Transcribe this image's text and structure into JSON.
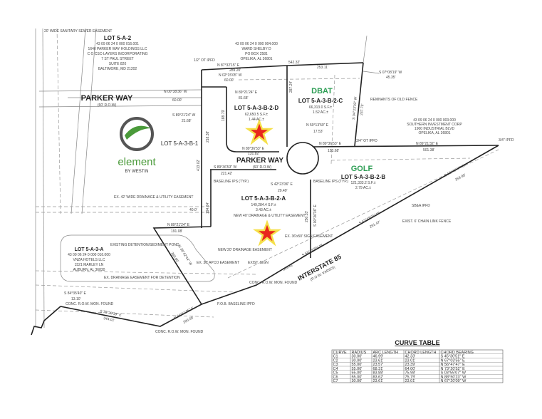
{
  "map": {
    "lots": {
      "lot_5a2": {
        "name": "LOT 5-A-2",
        "lines": [
          "43 09 06 24 0 000 016.001",
          "1640 PARKER WAY HOLDINGS LLC",
          "C O CSC-LAYERS INCORPORATING",
          "7 ST PAUL STREET",
          "SUITE 820",
          "BALTIMORE, MD 21202"
        ]
      },
      "ward": {
        "lines": [
          "43 09 06 24 0 000 004.000",
          "WARD SHELBY D",
          "PO BOX 2581",
          "OPELIKA, AL 36801"
        ]
      },
      "southern": {
        "lines": [
          "43 09 06 24 0 000 003.000",
          "SOUTHERN INVESTMENT CORP",
          "1900 INDUSTRIAL BLVD",
          "OPELIKA, AL 36801"
        ]
      },
      "lot_5a3b1": {
        "name": "LOT 5-A-3-B-1"
      },
      "lot_2d": {
        "name": "LOT 5-A-3-B-2-D",
        "sf": "62,650.5 S.F.±",
        "ac": "1.44 AC.±"
      },
      "lot_2c": {
        "tag": "DBAT",
        "name": "LOT 5-A-3-B-2-C",
        "sf": "66,313.0 S.F.±",
        "ac": "1.52 AC.±"
      },
      "lot_2b": {
        "tag": "GOLF",
        "name": "LOT 5-A-3-B-2-B",
        "sf": "121,333.2 S.F.±",
        "ac": "2.79 AC.±"
      },
      "lot_2a": {
        "name": "LOT 5-A-3-B-2-A",
        "sf": "149,284.4 S.F.±",
        "ac": "3.43 AC.±"
      },
      "lot_5a3a": {
        "name": "LOT 5-A-3-A",
        "lines": [
          "43 09 06 24 0 000 016.000",
          "VNZA HOTELS LLC",
          "1521 MARLEY LN",
          "AUBURN, AL 36830"
        ]
      }
    },
    "roads": {
      "parker_w": {
        "name": "PARKER WAY",
        "row": "(60' R.O.W)"
      },
      "parker_e": {
        "name": "PARKER WAY",
        "row": "(60' R.O.W)"
      },
      "interstate": {
        "name": "INTERSTATE 85",
        "row": "(R.O.W. VARIES)"
      }
    },
    "logo": {
      "brand": "element",
      "sub": "BY WESTIN",
      "color": "#4a9a3a"
    },
    "star_color": "#e8261c",
    "notes": {
      "sewer": "20' WIDE SANITARY SEWER EASEMENT",
      "n1": "1/2\" OT IPFD",
      "n2": "N 87°32'15\" E",
      "n3": "542.32'",
      "n4": "289.20'",
      "n5": "253.11'",
      "n6": "N 02°15'05\" W",
      "n7": "60.00'",
      "n8": "N 00°38'36\" W",
      "n9": "60.00'",
      "n10": "N 89°21'24\" E",
      "n11": "81.68'",
      "n12": "S 89°21'24\" W",
      "n13": "21.68'",
      "n14": "S 07°08'19\" W",
      "n15": "45.35'",
      "n16": "REMNANTS OF OLD FENCE",
      "n17": "S 04°23'03\" W",
      "n18": "237.75'",
      "n19": "N 50°13'50\" E",
      "n20": "17.53'",
      "n21": "N 89°36'53\" E",
      "n22": "153.68'",
      "n23": "3/4\" OT IPFD",
      "n24": "N 89°21'32\" E",
      "n25": "501.38'",
      "n26": "3/4\" IPFD",
      "n27": "N 89°36'53\" E",
      "n28": "131.82'",
      "n29": "S 89°36'53\" W",
      "n30": "221.42'",
      "n31": "S 42°23'36\" E",
      "n32": "29.49'",
      "n33": "BASELINE IPS (TYP.)",
      "n34": "EX. 42' WIDE DRAINAGE & UTILITY EASEMENT",
      "n35": "NEW 40' DRAINAGE & UTILITY EASEMENT",
      "n36": "N 89°21'24\" E",
      "n37": "191.08'",
      "n38": "NEW 20' DRAINAGE EASEMENT",
      "n39": "EX. 36'x50' SIGN EASEMENT",
      "n40": "EXIST. SIGN",
      "n41": "EX. 30' APCO EASEMENT",
      "n42": "EXISTING DETENTION/SEDIMENT POND",
      "n43": "EX. DRAINAGE EASEMENT FOR DETENTION",
      "n44": "S 84°35'40\" E",
      "n45": "13.10'",
      "n46": "CONC. R.O.W. MON. FOUND",
      "n47": "S 78°20'39\" E",
      "n48": "344.01'",
      "n49": "N 66°51'05\" E",
      "n50": "200.05'",
      "n51": "P.O.B. BASELINE IPFD",
      "n52": "S 58°16'55\" W",
      "n53": "309.81'",
      "n54": "S 63°48'31\" W",
      "n55": "291.47'",
      "n56": "S 58°45'47\" W",
      "n57": "359.95'",
      "n58": "SB&A IPFD",
      "n59": "EXIST. 6' CHAIN LINK FENCE",
      "n60": "S 00°36'36\" E",
      "n61": "250.33'",
      "n62": "413.02'",
      "n63": "218.38'",
      "n64": "194.64'",
      "n65": "40.0'",
      "n66": "287.24'",
      "n67": "188.79'",
      "n68": "N 38°42'44\" W",
      "n69": "369.65'"
    }
  },
  "curve_table": {
    "title": "CURVE TABLE",
    "headers": [
      "CURVE",
      "RADIUS",
      "ARC LENGTH",
      "CHORD LENGTH",
      "CHORD BEARING"
    ],
    "rows": [
      [
        "C1",
        "30.00'",
        "46.99'",
        "42.33'",
        "S 45°30'51\" E"
      ],
      [
        "C2",
        "30.00'",
        "23.61'",
        "23.01'",
        "N 67°03'55\" E"
      ],
      [
        "C3",
        "55.00'",
        "23.57'",
        "23.39'",
        "N 56°47'47\" E"
      ],
      [
        "C4",
        "55.00'",
        "68.31'",
        "64.00'",
        "N 73°20'52\" E"
      ],
      [
        "C5",
        "55.00'",
        "83.88'",
        "75.98'",
        "S 03°55'07\" W"
      ],
      [
        "C6",
        "55.00'",
        "83.62'",
        "75.79'",
        "N 88°50'23\" W"
      ],
      [
        "C7",
        "30.00'",
        "23.61'",
        "23.01'",
        "N 67°20'09\" W"
      ]
    ]
  }
}
